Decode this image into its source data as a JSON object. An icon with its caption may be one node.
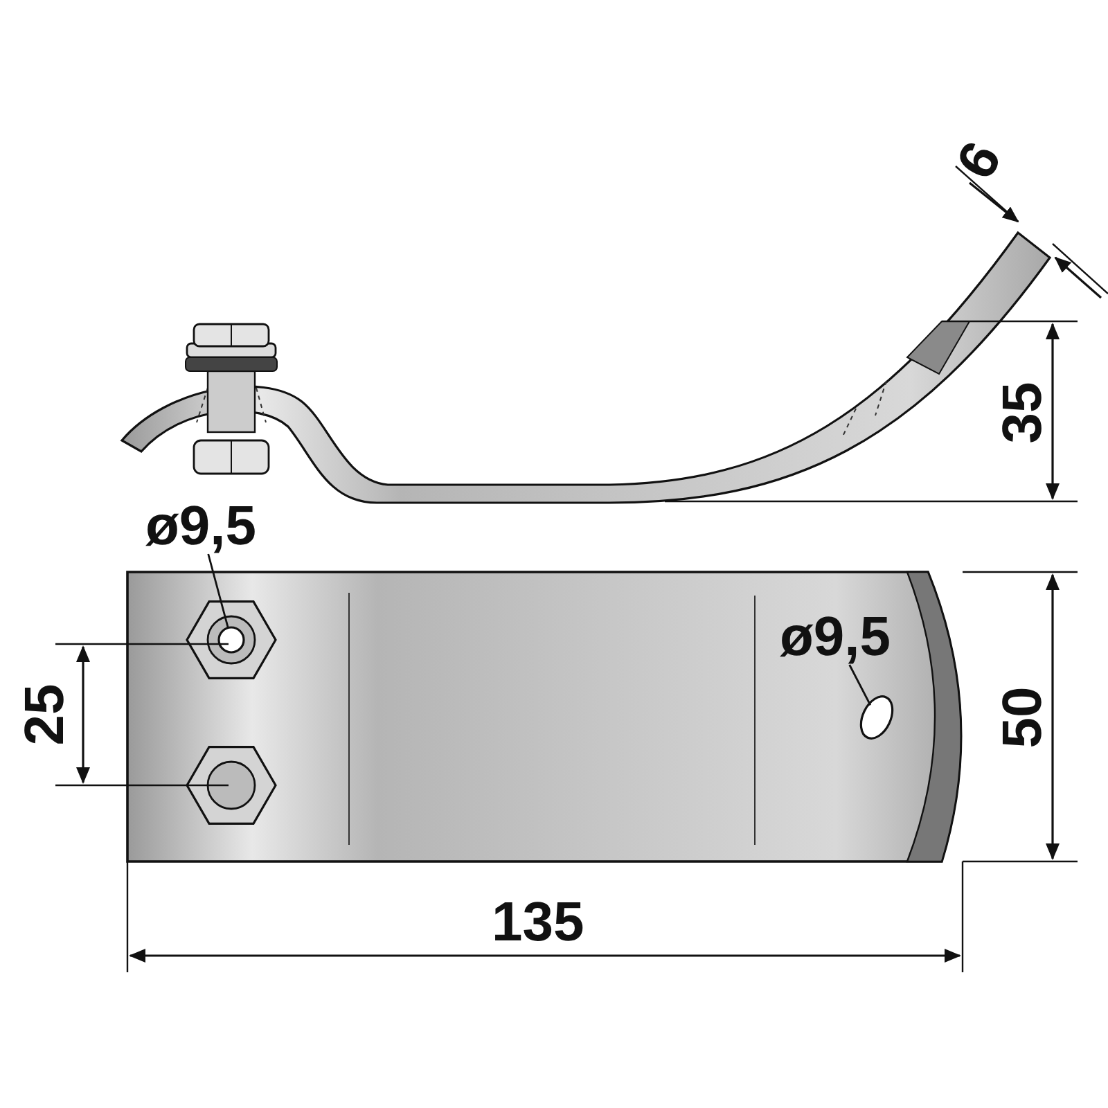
{
  "diagram": {
    "nodes": [
      {
        "text": [
          "ø9,5"
        ]
      },
      {
        "text": [],
        "shape": "circle"
      },
      {
        "text": [
          "ø9,5"
        ]
      },
      {
        "text": [],
        "shape": "circle"
      }
    ],
    "edges": [
      {
        "from": 0,
        "to": 1,
        "arrow": "none"
      },
      {
        "from": 2,
        "to": 3,
        "arrow": "none"
      }
    ],
    "labels": [
      "6",
      "35",
      "25",
      "50",
      "135"
    ]
  }
}
